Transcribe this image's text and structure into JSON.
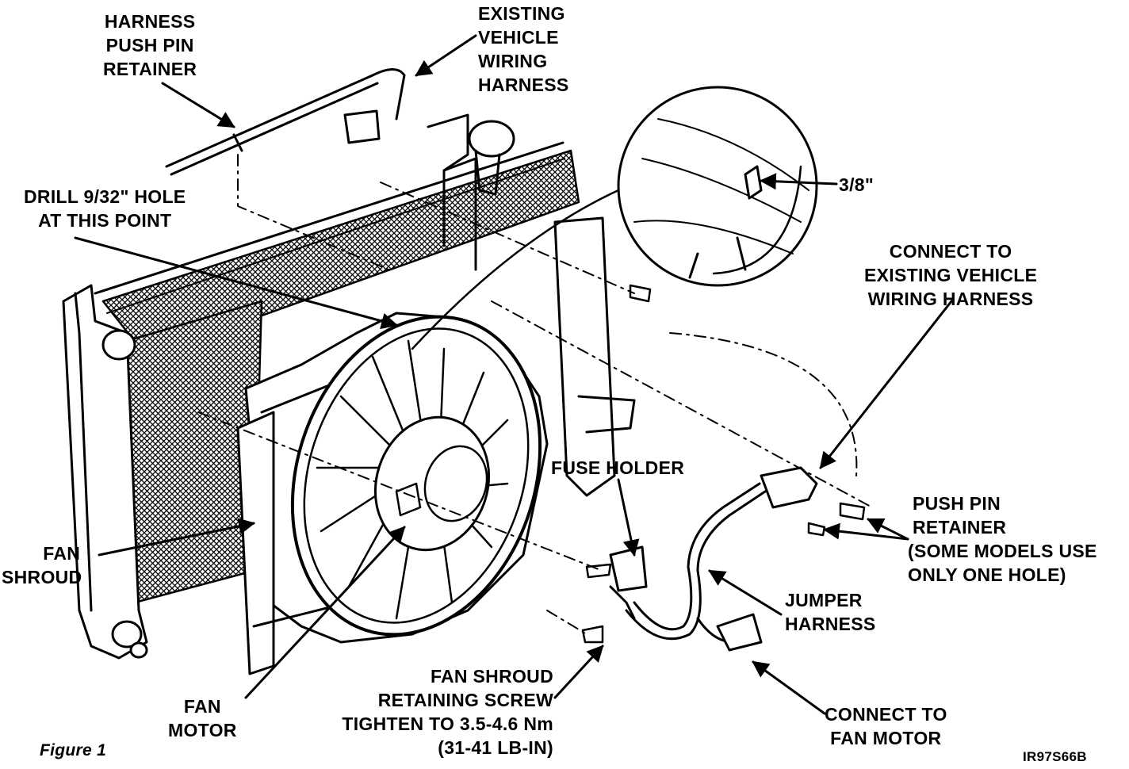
{
  "labels": {
    "harness_push_pin_retainer": [
      "HARNESS",
      "PUSH PIN",
      "RETAINER"
    ],
    "existing_vehicle_wiring_harness": [
      "EXISTING",
      "VEHICLE",
      "WIRING",
      "HARNESS"
    ],
    "drill_hole": [
      "DRILL 9/32\" HOLE",
      "AT THIS POINT"
    ],
    "dimension": "3/8\"",
    "connect_existing": [
      "CONNECT TO",
      "EXISTING VEHICLE",
      "WIRING HARNESS"
    ],
    "fuse_holder": "FUSE HOLDER",
    "push_pin_retainer": [
      "PUSH PIN",
      "RETAINER",
      "(SOME MODELS USE",
      "ONLY ONE HOLE)"
    ],
    "fan_shroud": [
      "FAN",
      "SHROUD"
    ],
    "jumper_harness": [
      "JUMPER",
      "HARNESS"
    ],
    "fan_shroud_screw": [
      "FAN SHROUD",
      "RETAINING SCREW",
      "TIGHTEN TO 3.5-4.6 Nm",
      "(31-41 LB-IN)"
    ],
    "fan_motor": [
      "FAN",
      "MOTOR"
    ],
    "connect_fan_motor": [
      "CONNECT TO",
      "FAN MOTOR"
    ]
  },
  "figure_caption": "Figure 1",
  "figure_code": "IR97S66B"
}
